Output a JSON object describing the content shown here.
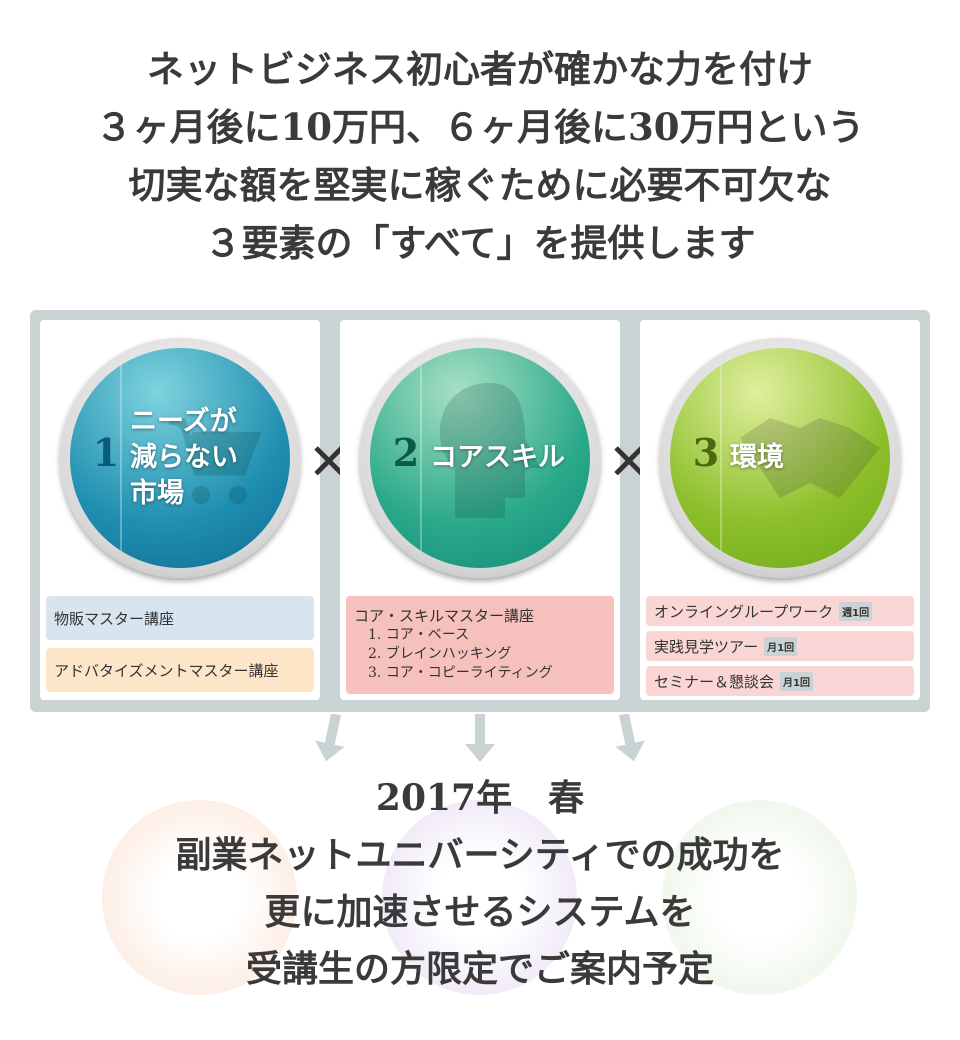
{
  "headline": [
    "ネットビジネス初心者が確かな力を付け",
    "３ヶ月後に10万円、６ヶ月後に30万円という",
    "切実な額を堅実に稼ぐために必要不可欠な",
    "３要素の「すべて」を提供します"
  ],
  "operator": "✕",
  "elements": [
    {
      "number": "1",
      "title": [
        "ニーズが",
        "減らない",
        "市場"
      ],
      "icon": "shopping-cart-icon",
      "color": "#1f8fb0"
    },
    {
      "number": "2",
      "title": [
        "コアスキル"
      ],
      "icon": "brain-head-icon",
      "color": "#2aa98a"
    },
    {
      "number": "3",
      "title": [
        "環境"
      ],
      "icon": "handshake-icon",
      "color": "#8cbf2a"
    }
  ],
  "market_items": [
    "物販マスター講座",
    "アドバタイズメントマスター講座"
  ],
  "core_skill": {
    "title": "コア・スキルマスター講座",
    "items": [
      "1. コア・ベース",
      "2. ブレインハッキング",
      "3. コア・コピーライティング"
    ]
  },
  "environment_items": [
    {
      "label": "オンライングループワーク",
      "badge": "週1回"
    },
    {
      "label": "実践見学ツアー",
      "badge": "月1回"
    },
    {
      "label": "セミナー＆懇談会",
      "badge": "月1回"
    }
  ],
  "bottom": [
    "2017年　春",
    "副業ネットユニバーシティでの成功を",
    "更に加速させるシステムを",
    "受講生の方限定でご案内予定"
  ]
}
